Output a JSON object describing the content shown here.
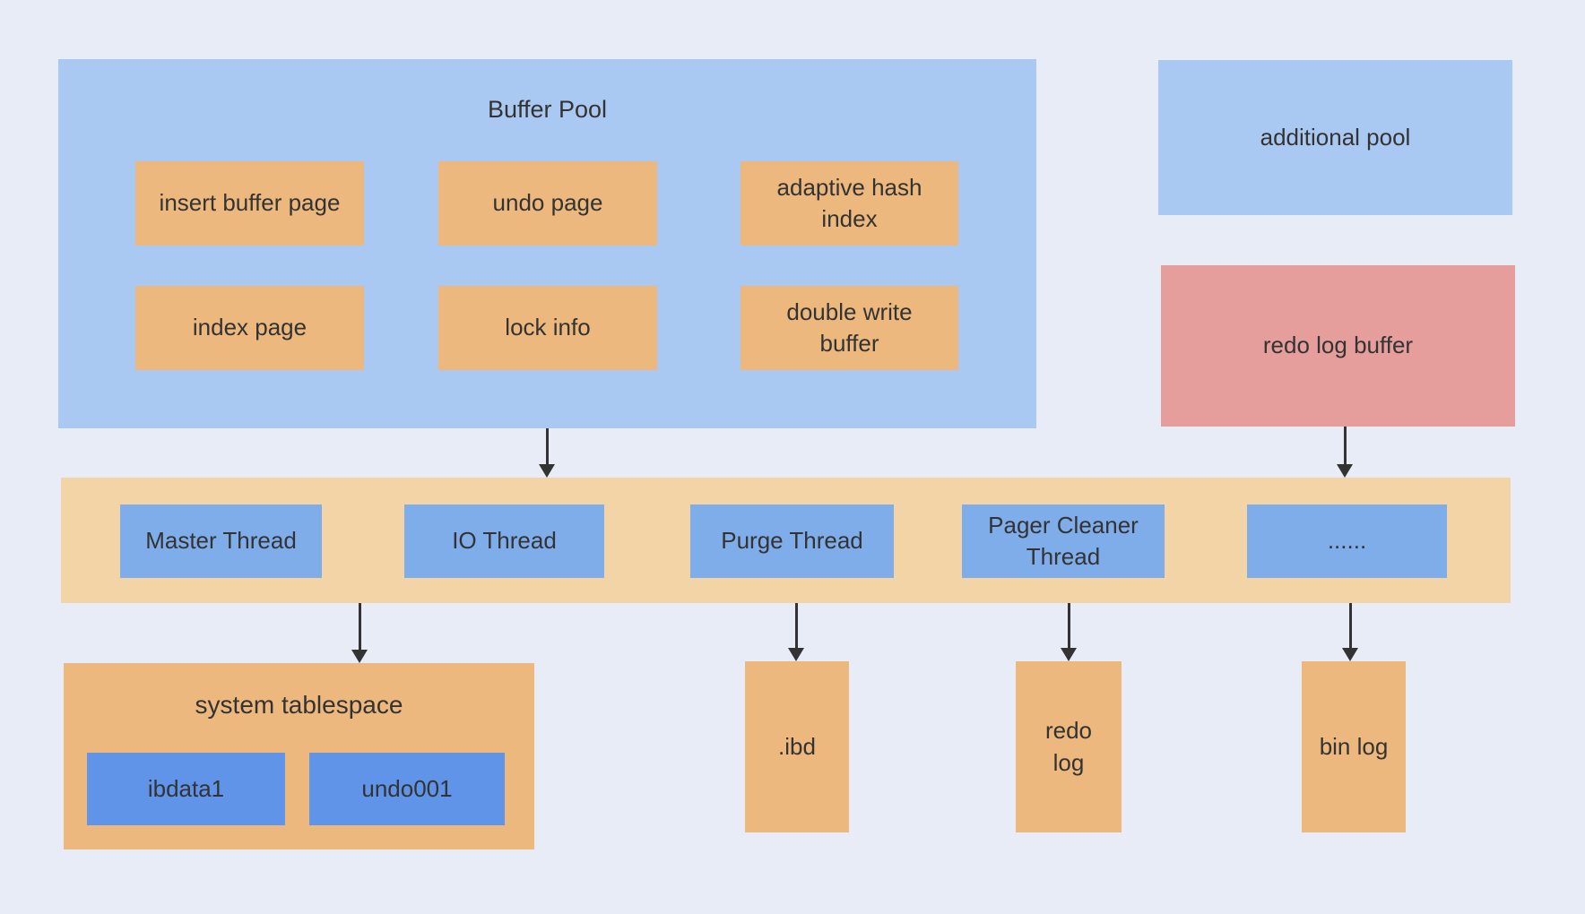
{
  "colors": {
    "background": "#e7ecf6",
    "pool_blue": "#aac9f2",
    "thread_blue": "#7fadea",
    "file_blue": "#5f94e8",
    "cell_orange": "#ecb87e",
    "band_orange": "#f3d4a7",
    "salmon_red": "#e59e9b",
    "text": "#333333",
    "arrow": "#333333"
  },
  "buffer_pool": {
    "title": "Buffer Pool",
    "cells": [
      {
        "label": "insert buffer page"
      },
      {
        "label": "undo page"
      },
      {
        "label": "adaptive hash index"
      },
      {
        "label": "index page"
      },
      {
        "label": "lock info"
      },
      {
        "label": "double write buffer"
      }
    ]
  },
  "additional_pool": {
    "label": "additional pool"
  },
  "redo_log_buffer": {
    "label": "redo log buffer"
  },
  "threads": [
    {
      "label": "Master Thread"
    },
    {
      "label": "IO Thread"
    },
    {
      "label": "Purge Thread"
    },
    {
      "label": "Pager Cleaner Thread"
    },
    {
      "label": "......"
    }
  ],
  "system_tablespace": {
    "title": "system tablespace",
    "files": [
      {
        "label": "ibdata1"
      },
      {
        "label": "undo001"
      }
    ]
  },
  "data_files": [
    {
      "label": ".ibd"
    },
    {
      "label": "redo log"
    },
    {
      "label": "bin log"
    }
  ]
}
